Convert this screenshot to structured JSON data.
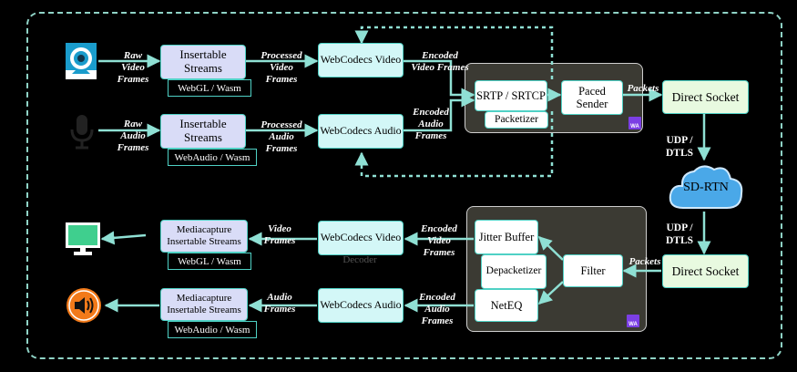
{
  "boxes": {
    "ins_video": "Insertable Streams",
    "ins_video_tag": "WebGL / Wasm",
    "ins_audio": "Insertable Streams",
    "ins_audio_tag": "WebAudio / Wasm",
    "wc_video": "WebCodecs Video",
    "wc_audio": "WebCodecs Audio",
    "srtp": "SRTP / SRTCP",
    "packetizer": "Packetizer",
    "paced": "Paced Sender",
    "ds_top": "Direct Socket",
    "sdrtn": "SD-RTN",
    "ds_bottom": "Direct Socket",
    "mc_video": "Mediacapture Insertable Streams",
    "mc_video_tag": "WebGL / Wasm",
    "mc_audio": "Mediacapture Insertable Streams",
    "mc_audio_tag": "WebAudio / Wasm",
    "wc_vdec": "WebCodecs Video",
    "wc_vdec_sub": "Decoder",
    "wc_adec": "WebCodecs Audio",
    "jitter": "Jitter Buffer",
    "depacketizer": "Depacketizer",
    "neteq": "NetEQ",
    "filter": "Filter",
    "wa_badge": "WA"
  },
  "labels": {
    "raw_video": "Raw\nVideo\nFrames",
    "raw_audio": "Raw\nAudio\nFrames",
    "proc_video": "Processed\nVideo\nFrames",
    "proc_audio": "Processed\nAudio\nFrames",
    "enc_video_top": "Encoded\nVideo Frames",
    "enc_audio_top": "Encoded\nAudio\nFrames",
    "packets_top": "Packets",
    "udp_top": "UDP /\nDTLS",
    "udp_bottom": "UDP /\nDTLS",
    "packets_bottom": "Packets",
    "enc_video_bottom": "Encoded\nVideo\nFrames",
    "enc_audio_bottom": "Encoded\nAudio\nFrames",
    "video_frames": "Video\nFrames",
    "audio_frames": "Audio\nFrames"
  },
  "icons": [
    "webcam-icon",
    "microphone-icon",
    "monitor-icon",
    "speaker-icon"
  ],
  "colors": {
    "accent": "#4fd1c5",
    "panel": "#3b3a33",
    "lavender": "#d9dcf7",
    "cyan": "#d3f7f7",
    "green": "#e8fae0",
    "cloud": "#4aa8e8",
    "wa": "#7b3fe4"
  }
}
